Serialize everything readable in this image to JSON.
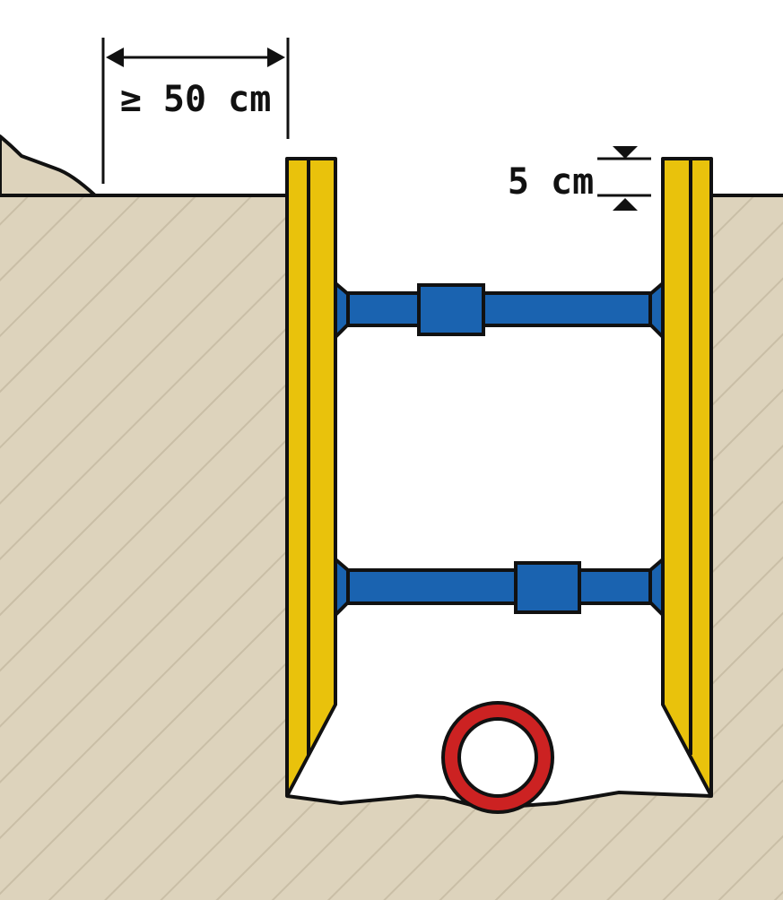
{
  "labels": {
    "setback_distance": "≥ 50 cm",
    "shoring_projection": "5 cm"
  },
  "colors": {
    "soil_fill": "#ddd3bc",
    "soil_hatch": "#c9bea6",
    "shoring_panel": "#e9c20c",
    "strut": "#1a63b0",
    "pipe": "#cc2222",
    "outline": "#111111",
    "background": "#ffffff"
  },
  "elements": {
    "soil": "hatched-soil",
    "spoil_heap": "excavated-material",
    "sheeting": "vertical-shoring-panels",
    "struts": "horizontal-trench-struts",
    "pipe": "pipe-cross-section"
  }
}
